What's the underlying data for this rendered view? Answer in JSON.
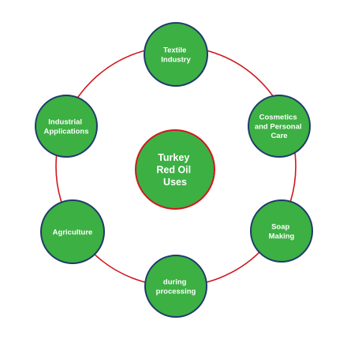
{
  "center": {
    "lines": [
      "Turkey",
      "Red Oil",
      "Uses"
    ]
  },
  "nodes": [
    {
      "key": "textile",
      "lines": [
        "Textile",
        "Industry"
      ]
    },
    {
      "key": "cosmetics",
      "lines": [
        "Cosmetics",
        "and Personal",
        "Care"
      ]
    },
    {
      "key": "soap",
      "lines": [
        "Soap",
        "Making"
      ]
    },
    {
      "key": "processing",
      "lines": [
        "during",
        "processing"
      ]
    },
    {
      "key": "agriculture",
      "lines": [
        "Agriculture"
      ]
    },
    {
      "key": "industrial",
      "lines": [
        "Industrial",
        "Applications"
      ]
    }
  ],
  "colors": {
    "node_fill": "#3cb043",
    "node_stroke": "#1f3a6b",
    "center_stroke": "#d0181f",
    "ring": "#d0181f",
    "text": "#ffffff"
  }
}
